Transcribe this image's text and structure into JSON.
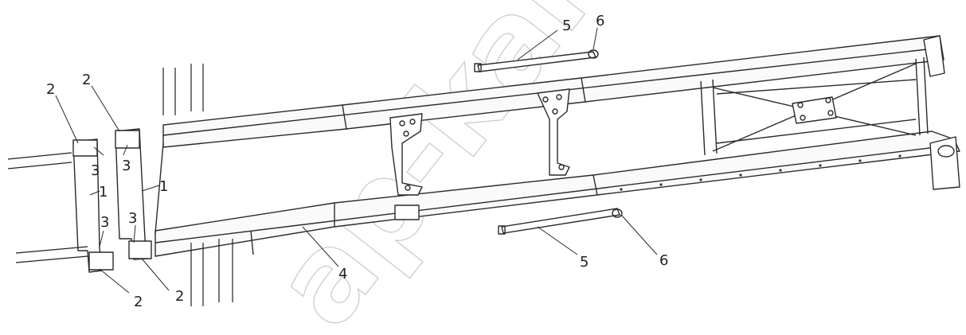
{
  "diagram": {
    "watermark": "ap-kam.ru",
    "callouts": [
      {
        "label": "1"
      },
      {
        "label": "1"
      },
      {
        "label": "2"
      },
      {
        "label": "2"
      },
      {
        "label": "2"
      },
      {
        "label": "2"
      },
      {
        "label": "3"
      },
      {
        "label": "3"
      },
      {
        "label": "3"
      },
      {
        "label": "3"
      },
      {
        "label": "4"
      },
      {
        "label": "5"
      },
      {
        "label": "5"
      },
      {
        "label": "6"
      },
      {
        "label": "6"
      }
    ]
  }
}
